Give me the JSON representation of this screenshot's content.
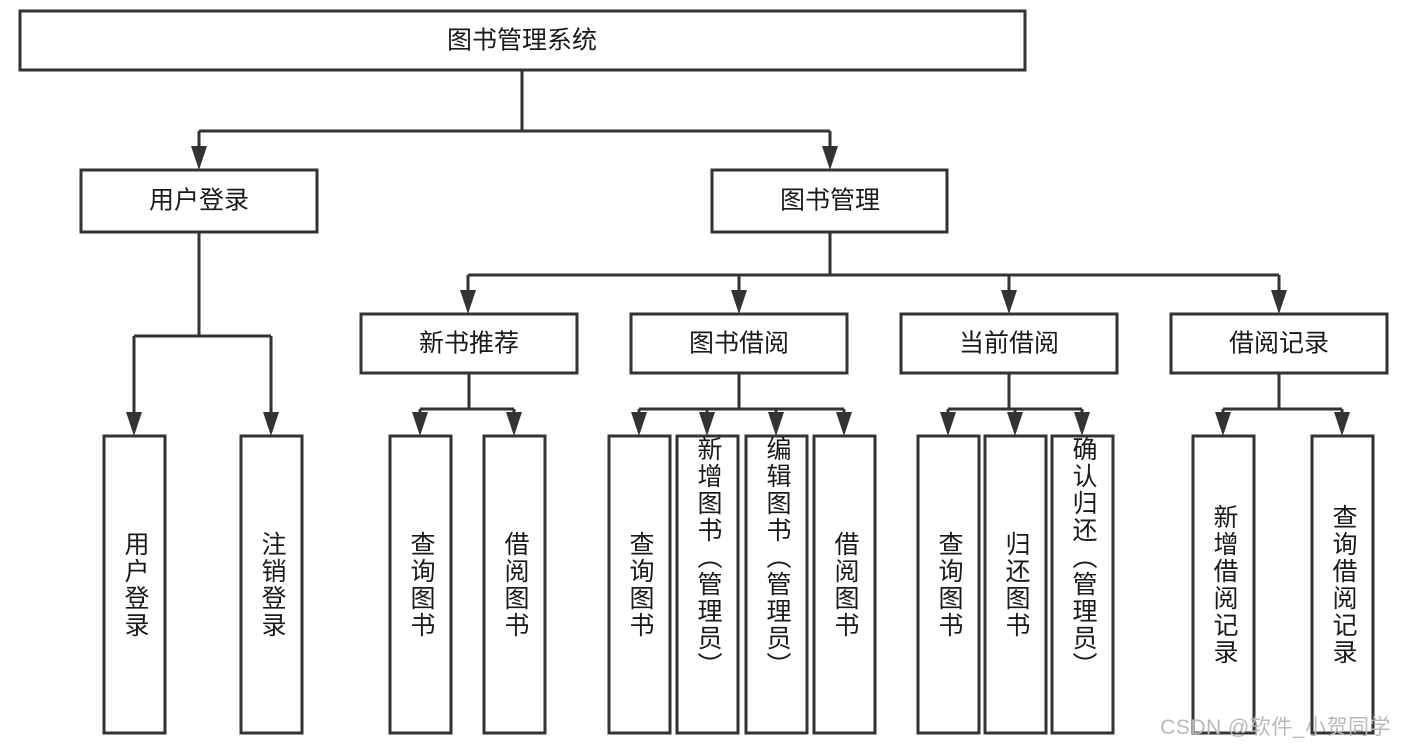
{
  "diagram": {
    "title": "图书管理系统",
    "type": "tree-hierarchy-diagram",
    "root": {
      "label": "图书管理系统"
    },
    "level2": [
      {
        "label": "用户登录"
      },
      {
        "label": "图书管理"
      }
    ],
    "level3": [
      {
        "label": "新书推荐"
      },
      {
        "label": "图书借阅"
      },
      {
        "label": "当前借阅"
      },
      {
        "label": "借阅记录"
      }
    ],
    "leaves": {
      "user_login": [
        {
          "label": "用户登录"
        },
        {
          "label": "注销登录"
        }
      ],
      "new_book_recommend": [
        {
          "label": "查询图书"
        },
        {
          "label": "借阅图书"
        }
      ],
      "book_borrow": [
        {
          "label": "查询图书"
        },
        {
          "label": "新增图书（管理员）"
        },
        {
          "label": "编辑图书（管理员）"
        },
        {
          "label": "借阅图书"
        }
      ],
      "current_borrow": [
        {
          "label": "查询图书"
        },
        {
          "label": "归还图书"
        },
        {
          "label": "确认归还（管理员）"
        }
      ],
      "borrow_record": [
        {
          "label": "新增借阅记录"
        },
        {
          "label": "查询借阅记录"
        }
      ]
    }
  },
  "watermark": {
    "text": "CSDN @软件_小贺同学"
  },
  "colors": {
    "box_stroke": "#333333",
    "box_fill": "#ffffff",
    "text": "#1a1a1a",
    "watermark": "#b9b9b9",
    "background": "#ffffff"
  }
}
